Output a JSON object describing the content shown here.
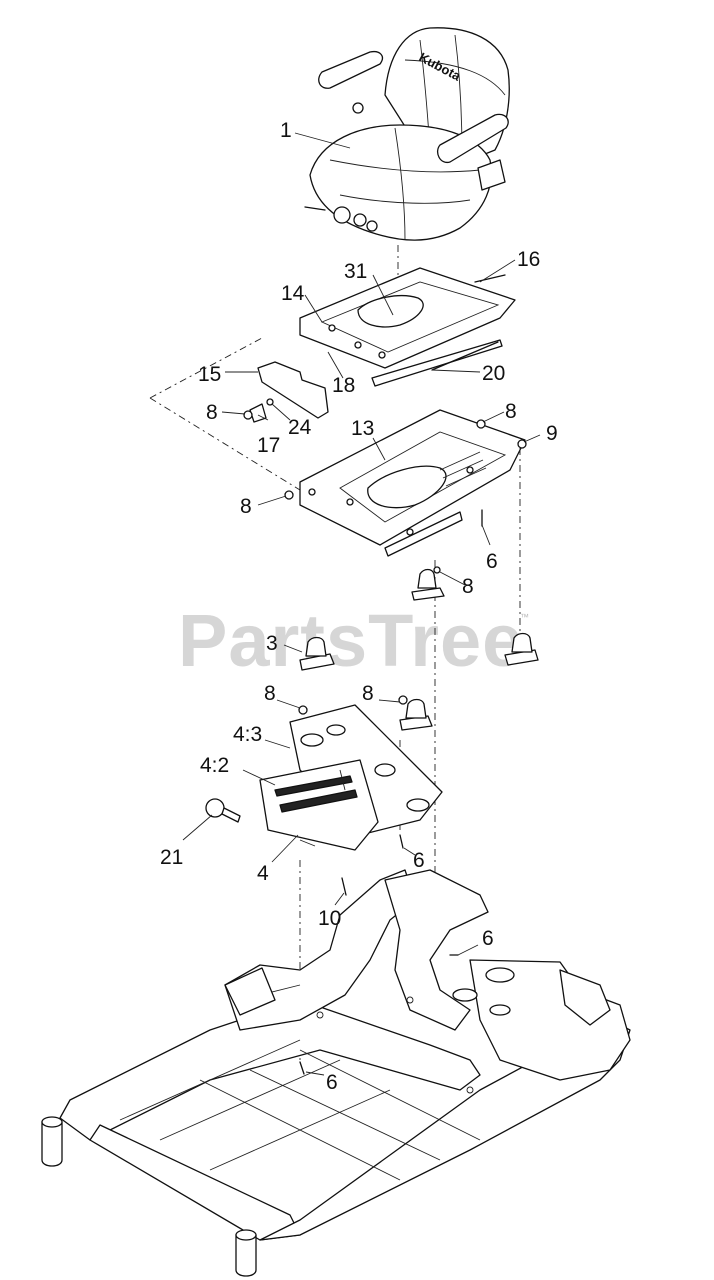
{
  "watermark": {
    "text": "PartsTree",
    "tm": "™"
  },
  "seat_logo": "Kubota",
  "callouts": [
    {
      "id": "c1",
      "text": "1"
    },
    {
      "id": "c31",
      "text": "31"
    },
    {
      "id": "c16",
      "text": "16"
    },
    {
      "id": "c14",
      "text": "14"
    },
    {
      "id": "c15",
      "text": "15"
    },
    {
      "id": "c18",
      "text": "18"
    },
    {
      "id": "c20",
      "text": "20"
    },
    {
      "id": "c8a",
      "text": "8"
    },
    {
      "id": "c24",
      "text": "24"
    },
    {
      "id": "c17",
      "text": "17"
    },
    {
      "id": "c8b",
      "text": "8"
    },
    {
      "id": "c9",
      "text": "9"
    },
    {
      "id": "c13",
      "text": "13"
    },
    {
      "id": "c8c",
      "text": "8"
    },
    {
      "id": "c6a",
      "text": "6"
    },
    {
      "id": "c8d",
      "text": "8"
    },
    {
      "id": "c3",
      "text": "3"
    },
    {
      "id": "c8e",
      "text": "8"
    },
    {
      "id": "c8f",
      "text": "8"
    },
    {
      "id": "c43",
      "text": "4:3"
    },
    {
      "id": "c42",
      "text": "4:2"
    },
    {
      "id": "c21",
      "text": "21"
    },
    {
      "id": "c4",
      "text": "4"
    },
    {
      "id": "c6b",
      "text": "6"
    },
    {
      "id": "c10",
      "text": "10"
    },
    {
      "id": "c6c",
      "text": "6"
    },
    {
      "id": "c6d",
      "text": "6"
    }
  ]
}
